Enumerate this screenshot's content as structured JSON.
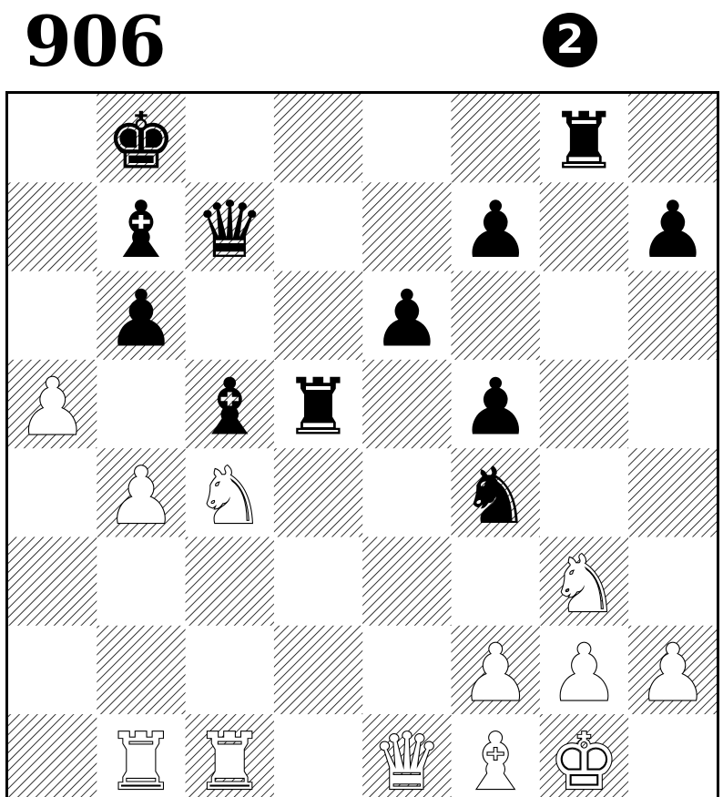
{
  "puzzle": {
    "number": "906",
    "move_badge": "2",
    "to_move": "black"
  },
  "board": {
    "light_square_color": "#ffffff",
    "dark_square_pattern": "diagonal-hatch",
    "pieces": [
      {
        "square": "b8",
        "color": "black",
        "type": "king"
      },
      {
        "square": "g8",
        "color": "black",
        "type": "rook"
      },
      {
        "square": "b7",
        "color": "black",
        "type": "bishop"
      },
      {
        "square": "c7",
        "color": "black",
        "type": "queen"
      },
      {
        "square": "f7",
        "color": "black",
        "type": "pawn"
      },
      {
        "square": "h7",
        "color": "black",
        "type": "pawn"
      },
      {
        "square": "b6",
        "color": "black",
        "type": "pawn"
      },
      {
        "square": "e6",
        "color": "black",
        "type": "pawn"
      },
      {
        "square": "a5",
        "color": "white",
        "type": "pawn"
      },
      {
        "square": "c5",
        "color": "black",
        "type": "bishop"
      },
      {
        "square": "d5",
        "color": "black",
        "type": "rook"
      },
      {
        "square": "f5",
        "color": "black",
        "type": "pawn"
      },
      {
        "square": "b4",
        "color": "white",
        "type": "pawn"
      },
      {
        "square": "c4",
        "color": "white",
        "type": "knight"
      },
      {
        "square": "f4",
        "color": "black",
        "type": "knight"
      },
      {
        "square": "g3",
        "color": "white",
        "type": "knight"
      },
      {
        "square": "f2",
        "color": "white",
        "type": "pawn"
      },
      {
        "square": "g2",
        "color": "white",
        "type": "pawn"
      },
      {
        "square": "h2",
        "color": "white",
        "type": "pawn"
      },
      {
        "square": "b1",
        "color": "white",
        "type": "rook"
      },
      {
        "square": "c1",
        "color": "white",
        "type": "rook"
      },
      {
        "square": "e1",
        "color": "white",
        "type": "queen"
      },
      {
        "square": "f1",
        "color": "white",
        "type": "bishop"
      },
      {
        "square": "g1",
        "color": "white",
        "type": "king"
      }
    ]
  }
}
